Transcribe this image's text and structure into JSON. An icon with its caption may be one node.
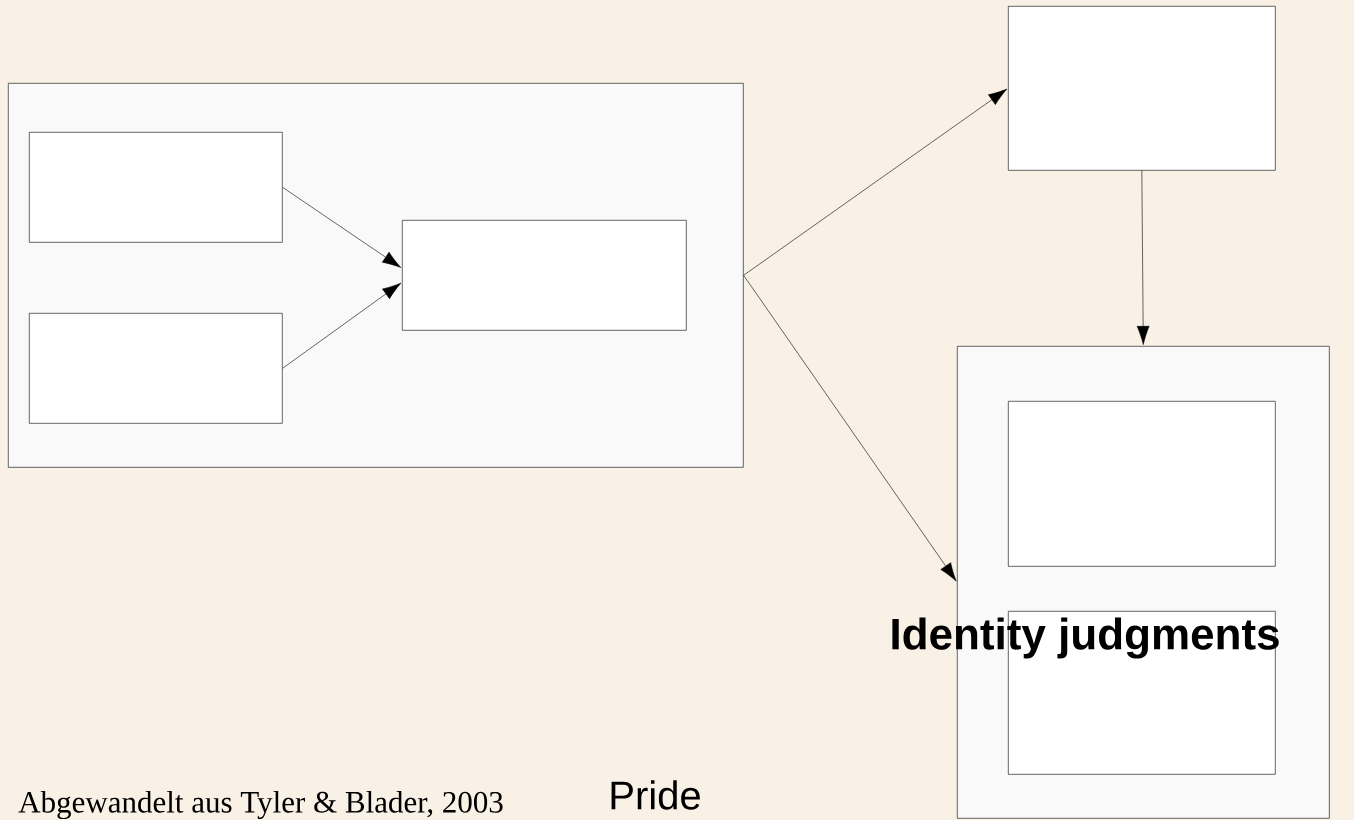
{
  "diagram": {
    "caption": "Abgewandelt aus Tyler & Blader, 2003",
    "nodes": [
      {
        "text": [],
        "shape": "box"
      },
      {
        "text": [],
        "shape": "box",
        "in": 0
      },
      {
        "text": [],
        "shape": "box",
        "in": 0
      },
      {
        "text": [],
        "shape": "box",
        "in": 0
      },
      {
        "text": [],
        "shape": "box"
      },
      {
        "text": [],
        "shape": "box"
      },
      {
        "text": [],
        "shape": "box",
        "in": 5
      },
      {
        "text": [],
        "shape": "box",
        "in": 5
      }
    ],
    "edges": [
      {
        "from": 1,
        "to": 3,
        "arrow": "to"
      },
      {
        "from": 2,
        "to": 3,
        "arrow": "to"
      },
      {
        "from": 0,
        "to": 4,
        "arrow": "to"
      },
      {
        "from": 0,
        "to": 5,
        "arrow": "to"
      },
      {
        "from": 4,
        "to": 5,
        "arrow": "to"
      }
    ],
    "labels": [
      "Identity judgments",
      "Pride"
    ]
  }
}
